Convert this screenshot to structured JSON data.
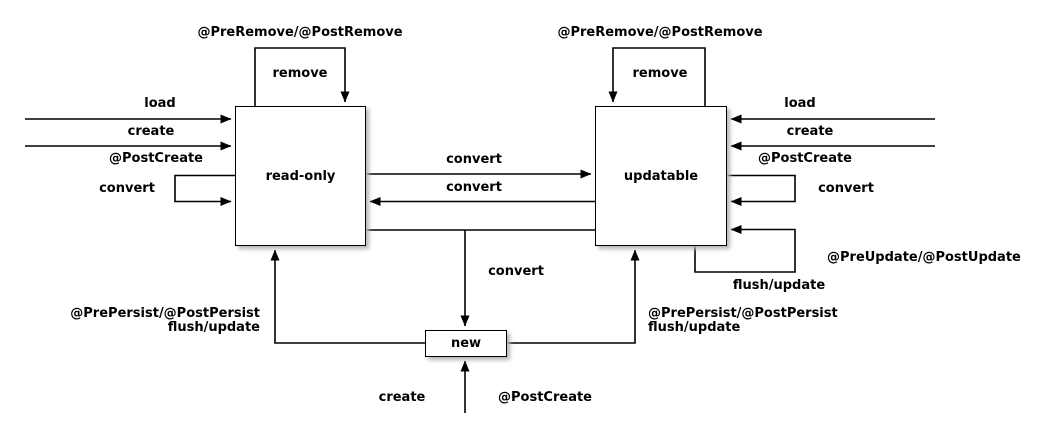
{
  "diagram": {
    "states": {
      "read_only": "read-only",
      "updatable": "updatable",
      "new": "new"
    },
    "labels": {
      "remove_callbacks_left": "@PreRemove/@PostRemove",
      "remove_left": "remove",
      "remove_callbacks_right": "@PreRemove/@PostRemove",
      "remove_right": "remove",
      "load_left": "load",
      "create_left": "create",
      "post_create_left": "@PostCreate",
      "convert_self_left": "convert",
      "load_right": "load",
      "create_right": "create",
      "post_create_right": "@PostCreate",
      "convert_self_right": "convert",
      "update_callbacks": "@PreUpdate/@PostUpdate",
      "flush_update_right": "flush/update",
      "convert_to_updatable": "convert",
      "convert_to_readonly": "convert",
      "convert_to_new": "convert",
      "persist_callbacks_left": "@PrePersist/@PostPersist",
      "persist_flush_left": "flush/update",
      "persist_callbacks_right": "@PrePersist/@PostPersist",
      "persist_flush_right": "flush/update",
      "create_bottom": "create",
      "post_create_bottom": "@PostCreate"
    },
    "colors": {
      "line": "#000000",
      "background": "#ffffff",
      "text": "#000000",
      "box_shadow": "#b5b5b5"
    }
  }
}
